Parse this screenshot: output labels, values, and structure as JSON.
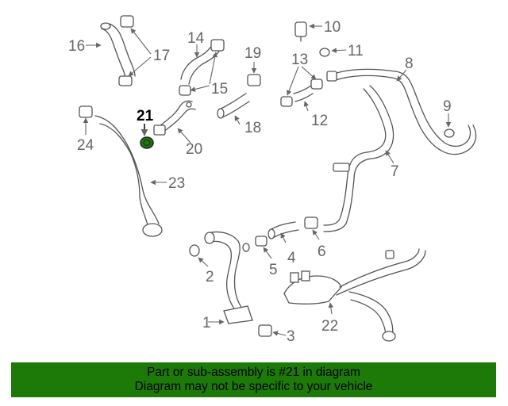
{
  "callouts": [
    "1",
    "2",
    "3",
    "4",
    "5",
    "6",
    "7",
    "8",
    "9",
    "10",
    "11",
    "12",
    "13",
    "14",
    "15",
    "16",
    "17",
    "18",
    "19",
    "20",
    "21",
    "22",
    "23",
    "24"
  ],
  "highlighted_part": "21",
  "colors": {
    "banner": "#1d7a08",
    "highlight": "#1d7a08",
    "lines": "#555555",
    "labels": "#666666"
  },
  "banner": {
    "line1": "Part or sub-assembly is #21 in diagram",
    "line2": "Diagram may not be specific to your vehicle"
  }
}
